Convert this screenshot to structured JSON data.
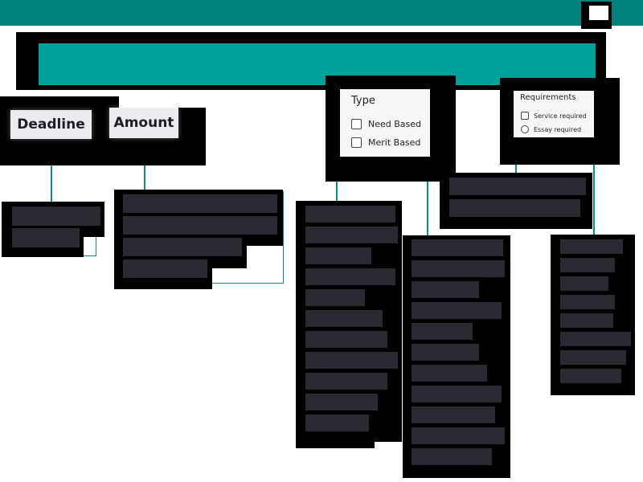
{
  "filters": {
    "deadline_label": "Deadline",
    "amount_label": "Amount",
    "type": {
      "title": "Type",
      "options": [
        {
          "label": "Need Based",
          "checked": false
        },
        {
          "label": "Merit Based",
          "checked": false
        }
      ]
    },
    "requirements": {
      "title": "Requirements",
      "options": [
        {
          "label": "Service required",
          "checked": false
        },
        {
          "label": "Essay required",
          "checked": false
        }
      ]
    }
  },
  "colors": {
    "teal_bar": "#00807f",
    "teal_banner": "#00a09b",
    "connector": "#0b8f8c",
    "bar_fill": "#2a2a33"
  }
}
